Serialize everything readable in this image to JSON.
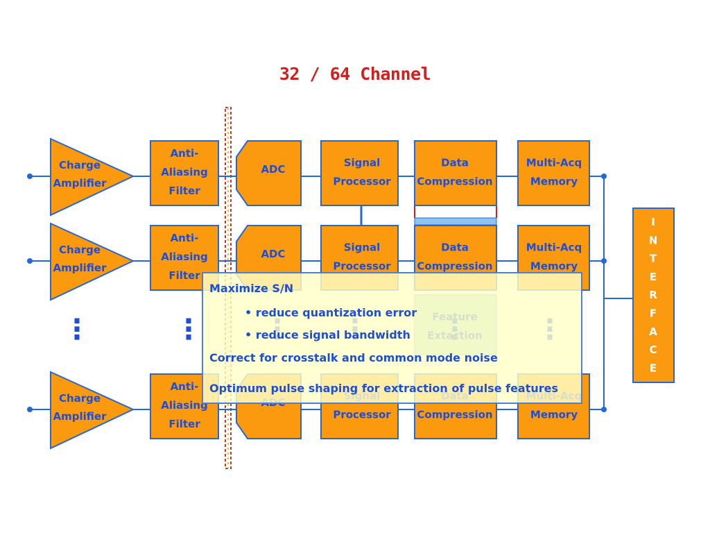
{
  "title": "32 / 64 Channel",
  "blocks": {
    "charge_amplifier": [
      "Charge",
      "Amplifier"
    ],
    "anti_aliasing_filter": [
      "Anti-",
      "Aliasing",
      "Filter"
    ],
    "adc": "ADC",
    "signal_processor": [
      "Signal",
      "Processor"
    ],
    "data_compression": [
      "Data",
      "Compression"
    ],
    "multi_acq_memory": [
      "Multi-Acq",
      "Memory"
    ],
    "feature_extraction": [
      "Feature",
      "Extaction"
    ]
  },
  "interface_letters": [
    "I",
    "N",
    "T",
    "E",
    "R",
    "F",
    "A",
    "C",
    "E"
  ],
  "ellipsis": "⋮",
  "notes": {
    "heading": "Maximize S/N",
    "bullet1": "• reduce quantization error",
    "bullet2": "• reduce signal bandwidth",
    "line3": "Correct for crosstalk and common mode noise",
    "line4": "Optimum pulse shaping for extraction of pulse features"
  },
  "colors": {
    "block_fill": "#fb9a0e",
    "block_stroke": "#2467d8",
    "text_blue": "#1d4fd6",
    "title_red": "#d0211e",
    "feature_fill": "#b8dcc8",
    "note_fill": "#ffffc8"
  }
}
